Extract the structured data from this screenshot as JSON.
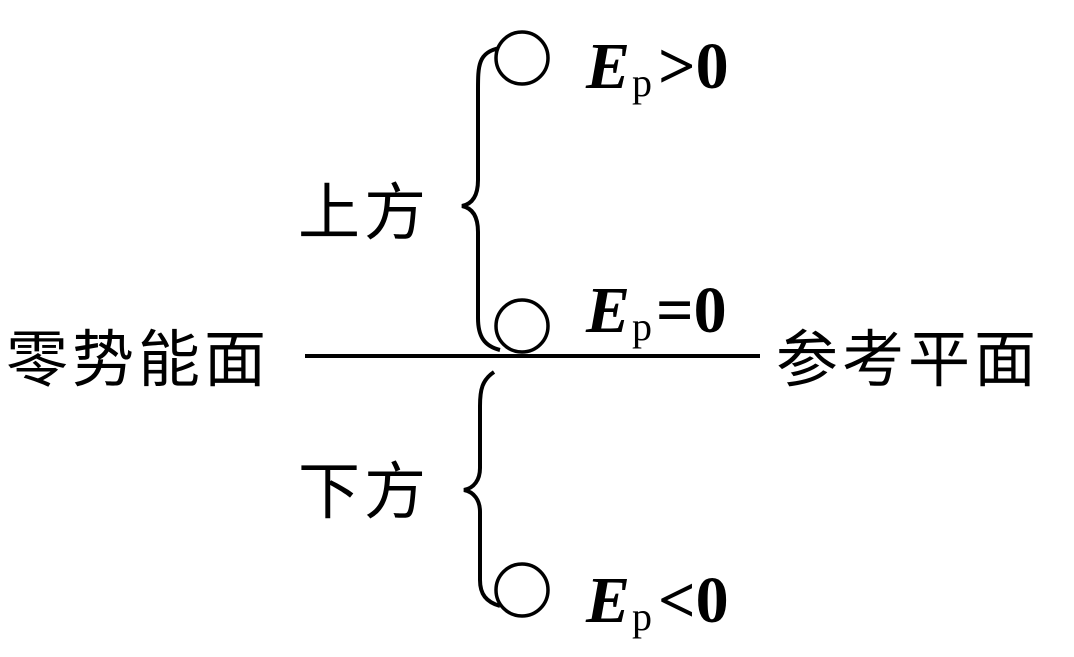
{
  "labels": {
    "zero_plane": "零势能面",
    "reference_plane": "参考平面",
    "above": "上方",
    "below": "下方"
  },
  "states": [
    {
      "symbol": "E",
      "subscript": "p",
      "relation": ">0"
    },
    {
      "symbol": "E",
      "subscript": "p",
      "relation": "=0"
    },
    {
      "symbol": "E",
      "subscript": "p",
      "relation": "<0"
    }
  ]
}
